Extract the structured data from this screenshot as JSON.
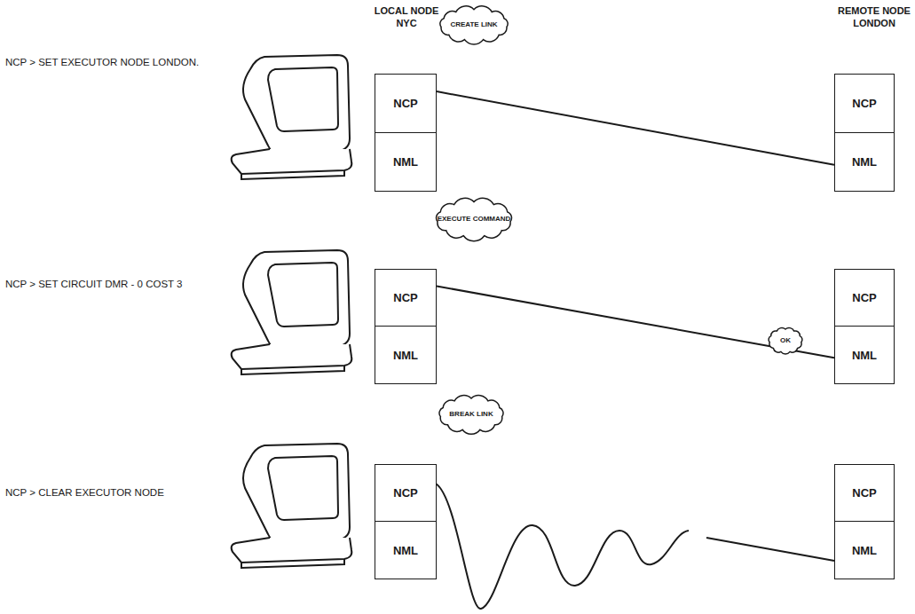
{
  "diagram": {
    "nodes": [
      {
        "text": [
          "CREATE LINK"
        ]
      },
      {
        "text": [
          "NCP"
        ]
      },
      {
        "text": [
          "NML"
        ]
      },
      {
        "text": [
          "NCP"
        ]
      },
      {
        "text": [
          "NML"
        ]
      },
      {
        "text": [
          "EXECUTE COMMAND"
        ]
      },
      {
        "text": [
          "NCP"
        ]
      },
      {
        "text": [
          "NML"
        ]
      },
      {
        "text": [
          "NCP"
        ]
      },
      {
        "text": [
          "OK"
        ]
      },
      {
        "text": [
          "NML"
        ]
      },
      {
        "text": [
          "BREAK LINK"
        ]
      },
      {
        "text": [
          "NCP"
        ]
      },
      {
        "text": [
          "NML"
        ]
      },
      {
        "text": [
          "NCP"
        ]
      },
      {
        "text": [
          "NML"
        ]
      }
    ],
    "edges": [
      {
        "from": 1,
        "to": 4,
        "arrow": "none"
      },
      {
        "from": 6,
        "to": 10,
        "arrow": "none"
      }
    ],
    "labels": [
      "LOCAL NODE NYC",
      "REMOTE NODE LONDON",
      "NCP > SET EXECUTOR NODE LONDON.",
      "NCP > SET CIRCUIT DMR - 0 COST 3",
      "NCP > CLEAR EXECUTOR NODE"
    ]
  }
}
